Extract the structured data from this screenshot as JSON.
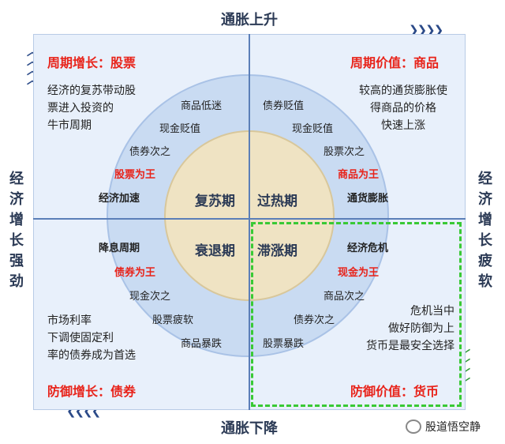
{
  "axes": {
    "top": "通胀上升",
    "bottom": "通胀下降",
    "left": "经济增长强劲",
    "right": "经济增长疲软"
  },
  "quadrants": {
    "top_left": {
      "title": "周期增长：股票",
      "desc": [
        "经济的复苏带动股",
        "票进入投资的",
        "牛市周期"
      ],
      "ring_items": [
        "商品低迷",
        "现金贬值",
        "债券次之"
      ],
      "king": "股票为王",
      "state": "经济加速",
      "phase": "复苏期"
    },
    "top_right": {
      "title": "周期价值：商品",
      "desc": [
        "较高的通货膨胀使",
        "得商品的价格",
        "快速上涨"
      ],
      "ring_items": [
        "债券贬值",
        "现金贬值",
        "股票次之"
      ],
      "king": "商品为王",
      "state": "通货膨胀",
      "phase": "过热期"
    },
    "bottom_left": {
      "title": "防御增长：债券",
      "desc": [
        "市场利率",
        "下调使固定利",
        "率的债券成为首选"
      ],
      "ring_items": [
        "现金次之",
        "股票疲软",
        "商品暴跌"
      ],
      "king": "债券为王",
      "state": "降息周期",
      "phase": "衰退期"
    },
    "bottom_right": {
      "title": "防御价值：货币",
      "desc": [
        "危机当中",
        "做好防御为上",
        "货币是最安全选择"
      ],
      "ring_items": [
        "商品次之",
        "债券次之",
        "股票暴跌"
      ],
      "king": "现金为王",
      "state": "经济危机",
      "phase": "滞涨期"
    }
  },
  "watermark": "股道悟空静",
  "colors": {
    "accent_red": "#e8231a",
    "dash_green": "#39c935",
    "axis_blue": "#5b7fb8"
  }
}
